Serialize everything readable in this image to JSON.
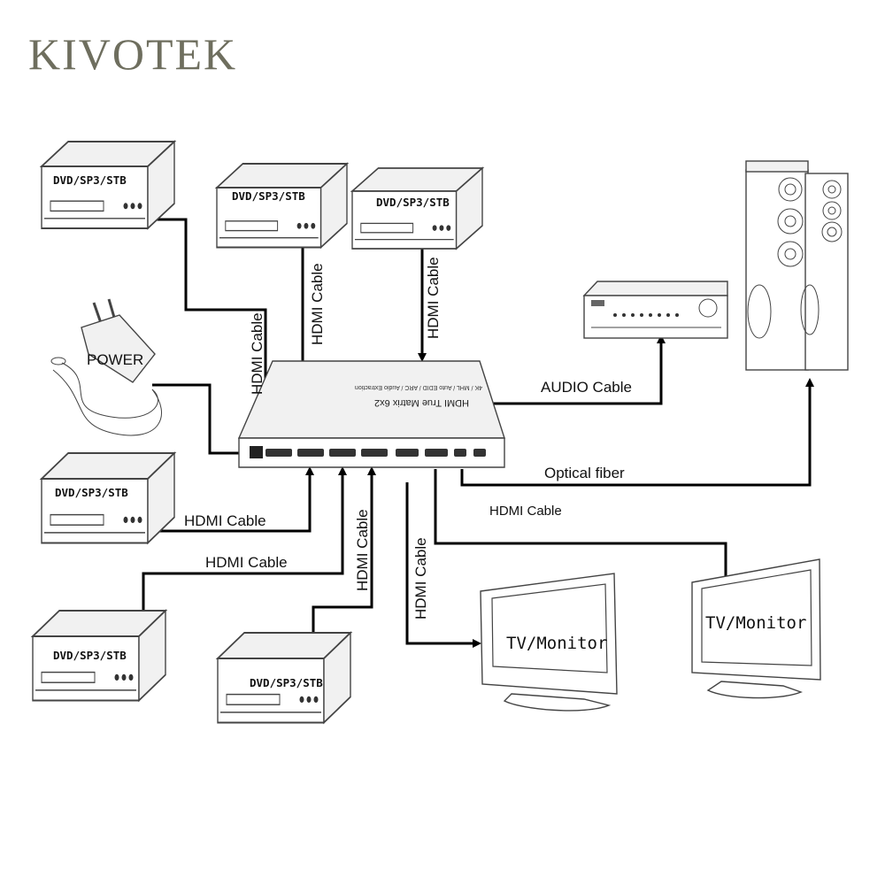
{
  "brand": "KIVOTEK",
  "devices": {
    "source_label": "DVD/SP3/STB",
    "power_label": "POWER",
    "tv_label": "TV/Monitor"
  },
  "matrix": {
    "title": "HDMI True Matrix 6x2",
    "subtitle": "4K / MHL / Auto EDID / ARC / Audio Extraction"
  },
  "cables": {
    "hdmi": "HDMI Cable",
    "audio": "AUDIO Cable",
    "optical": "Optical fiber"
  }
}
